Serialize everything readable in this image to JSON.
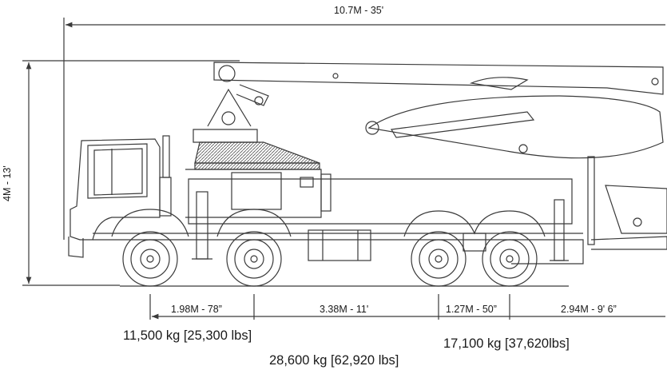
{
  "dimensions": {
    "overall_length": "10.7M - 35'",
    "overall_height": "4M - 13'",
    "wheelbase_segments": [
      {
        "label": "1.98M - 78”"
      },
      {
        "label": "3.38M - 11'"
      },
      {
        "label": "1.27M - 50”"
      },
      {
        "label": "2.94M - 9' 6”"
      }
    ]
  },
  "weights": {
    "front_axle": "11,500 kg [25,300 lbs]",
    "rear_axle": "17,100 kg [37,620lbs]",
    "total": "28,600 kg [62,920 lbs]"
  },
  "colors": {
    "line": "#3a3a3a",
    "text": "#1a1a1a"
  }
}
